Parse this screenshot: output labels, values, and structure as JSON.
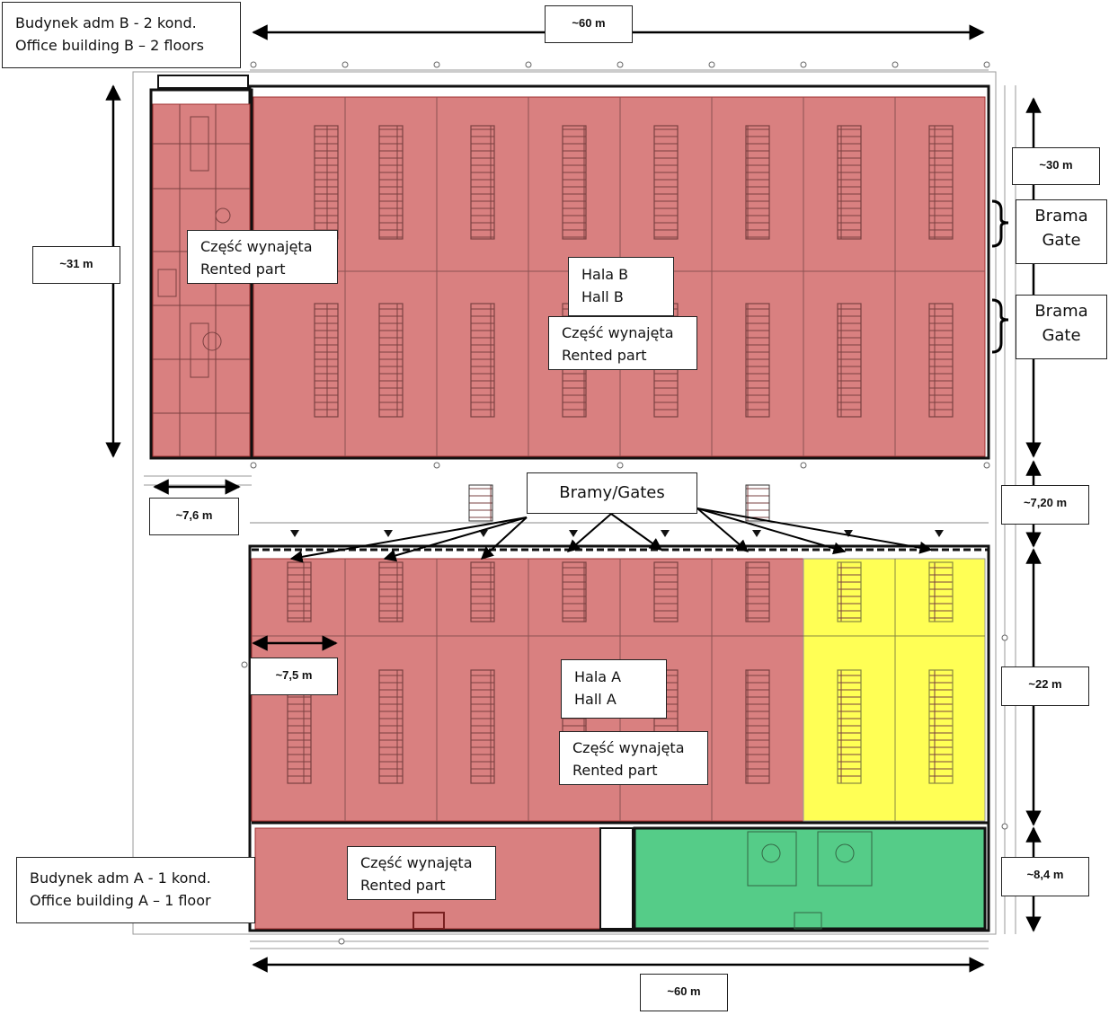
{
  "colors": {
    "rented_red": "#d98080",
    "rented_dark": "#a03030",
    "yellow": "#ffff55",
    "green": "#55cc88",
    "wall": "#111111",
    "drawing_gray": "#7a7a7a"
  },
  "labels": {
    "office_b": [
      "Budynek adm B - 2 kond.",
      "Office building B – 2 floors"
    ],
    "office_a": [
      "Budynek adm A - 1 kond.",
      "Office building A – 1 floor"
    ],
    "hall_b": [
      "Hala B",
      "Hall B"
    ],
    "hall_a": [
      "Hala A",
      "Hall A"
    ],
    "rented": [
      "Część wynajęta",
      "Rented part"
    ],
    "gate": [
      "Brama",
      "Gate"
    ],
    "gates_multi": "Bramy/Gates"
  },
  "dimensions": {
    "top_width": "~60 m",
    "bottom_width": "~60 m",
    "left_height": "~31 m",
    "office_b_width": "~7,6 m",
    "hall_b_depth": "~30 m",
    "yard_gap": "~7,20 m",
    "hall_a_depth": "~22 m",
    "office_a_depth": "~8,4 m",
    "bay_width": "~7,5 m"
  }
}
